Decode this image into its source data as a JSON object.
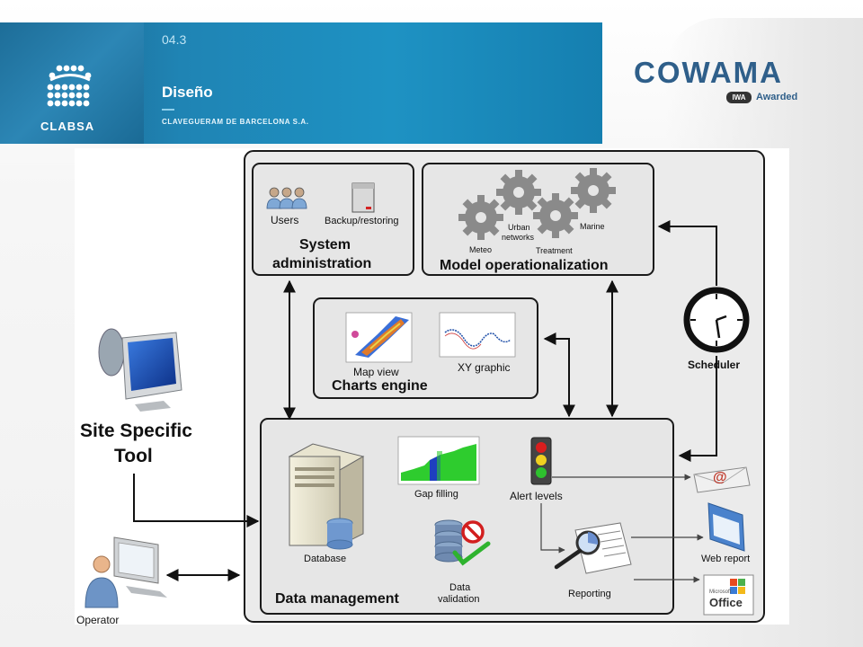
{
  "header": {
    "section_number": "04.3",
    "section_title": "Diseño",
    "logo_text": "CLABSA",
    "company_name": "CLAVEGUERAM DE BARCELONA S.A.",
    "brand": "COWAMA",
    "badge_text": "IWA",
    "awarded_label": "Awarded"
  },
  "diagram": {
    "system_admin": {
      "title_line1": "System",
      "title_line2": "administration",
      "users_label": "Users",
      "backup_label": "Backup/restoring"
    },
    "model_ops": {
      "title": "Model operationalization",
      "meteo": "Meteo",
      "urban_line1": "Urban",
      "urban_line2": "networks",
      "treatment": "Treatment",
      "marine": "Marine"
    },
    "charts_engine": {
      "title": "Charts engine",
      "map_view": "Map view",
      "xy_graphic": "XY graphic"
    },
    "scheduler": "Scheduler",
    "site_tool_line1": "Site Specific",
    "site_tool_line2": "Tool",
    "operator": "Operator",
    "data_management": {
      "title": "Data management",
      "database": "Database",
      "gap_filling": "Gap filling",
      "alert_levels": "Alert levels",
      "data_validation_line1": "Data",
      "data_validation_line2": "validation",
      "reporting": "Reporting"
    },
    "web_report": "Web report",
    "office_small": "Microsoft",
    "office_label": "Office",
    "email_symbol": "@"
  },
  "colors": {
    "header_blue": "#1e8bbd",
    "brand_blue": "#2f5f8a",
    "box_fill": "#ebebeb",
    "box_stroke": "#1a1a1a",
    "gear_gray": "#8a8a8a"
  }
}
